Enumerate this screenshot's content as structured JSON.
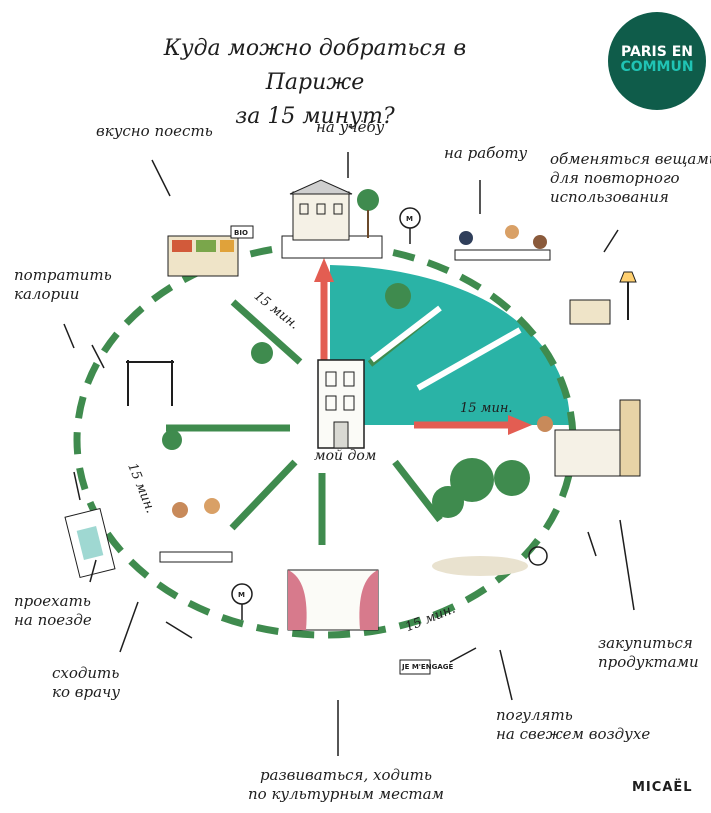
{
  "title": {
    "line1": "Куда можно добраться в Париже",
    "line2": "за 15 минут?"
  },
  "logo": {
    "line1": "PARIS EN",
    "line2": "COMMUN",
    "color_dark": "#0f5c4a",
    "color_accent": "#20c3b4"
  },
  "labels": {
    "eat": "вкусно поесть",
    "study": "на учёбу",
    "work": "на работу",
    "exchange_1": "обменяться вещами",
    "exchange_2": "для повторного",
    "exchange_3": "использования",
    "calories_1": "потратить",
    "calories_2": "калории",
    "train_1": "проехать",
    "train_2": "на поезде",
    "doctor_1": "сходить",
    "doctor_2": "ко врачу",
    "culture_1": "развиваться, ходить",
    "culture_2": "по культурным местам",
    "air_1": "погулять",
    "air_2": "на свежем воздухе",
    "shop_1": "закупиться",
    "shop_2": "продуктами",
    "home": "мой дом"
  },
  "minutes_marks": {
    "top_left": "15 мин.",
    "right": "15 мин.",
    "left": "15 мин.",
    "bottom": "15 мин."
  },
  "signs": {
    "bio": "BIO",
    "metro": "M",
    "ticket": "JE M'ENGAGE"
  },
  "signature": "MICAËL",
  "colors": {
    "teal": "#2ab3a6",
    "green": "#3f8b4e",
    "red": "#e35d52",
    "ink": "#1e1e1e"
  }
}
